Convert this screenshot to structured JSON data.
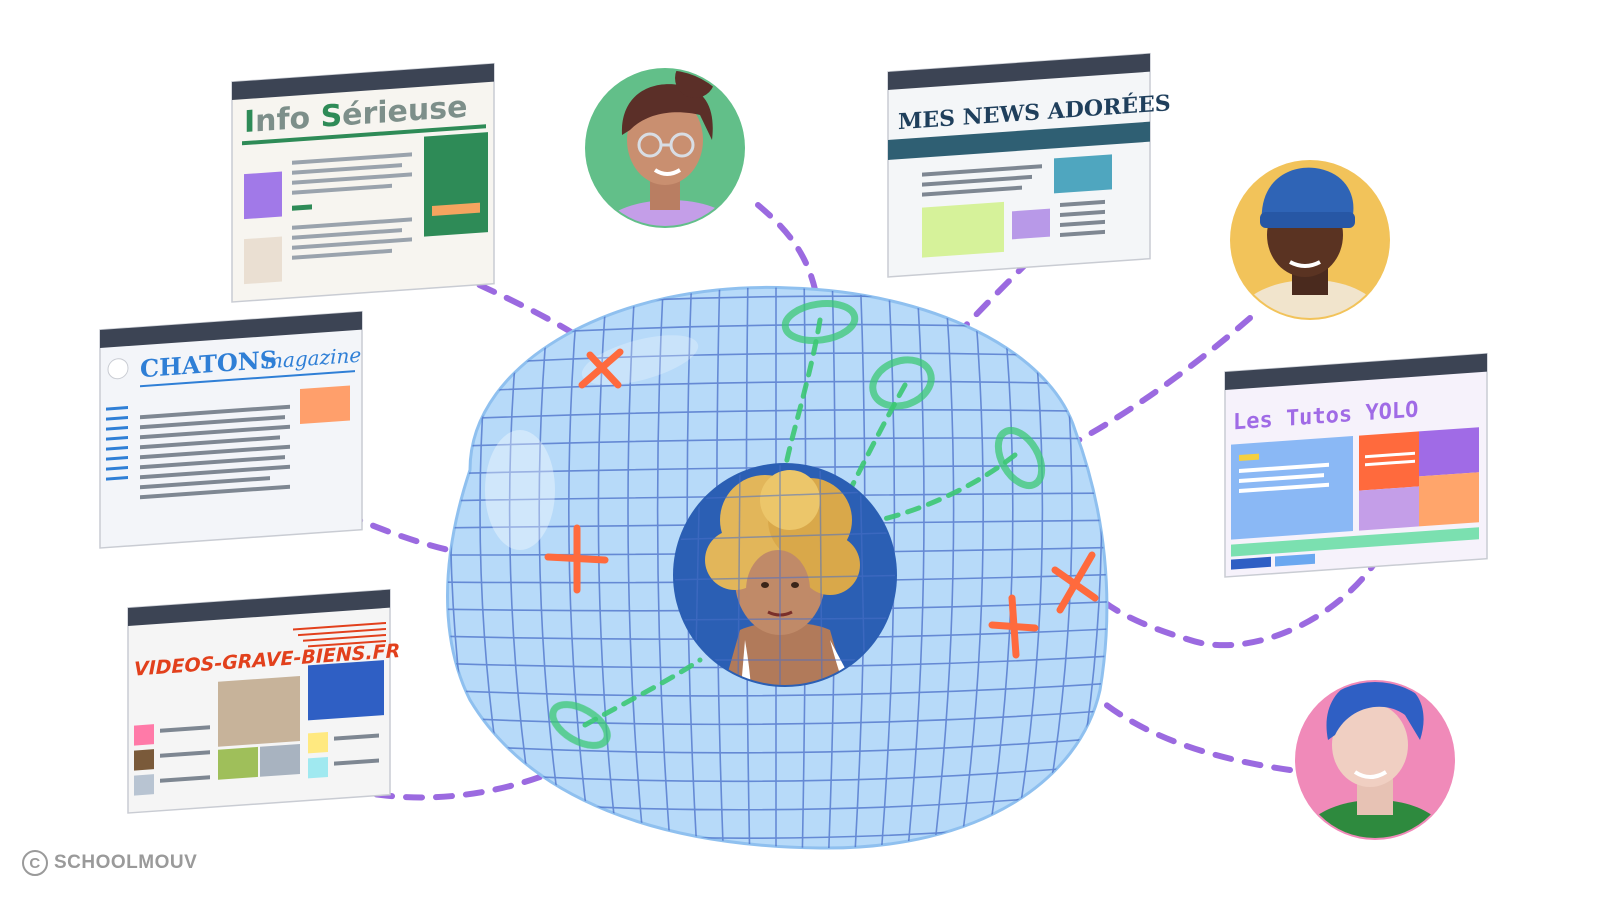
{
  "sites": {
    "info_serieuse": {
      "title_prefix": "I",
      "title_mid": "nfo ",
      "title_s": "S",
      "title_rest": "érieuse"
    },
    "chatons": {
      "title_main": "CHATONS",
      "title_sub": "magazine"
    },
    "videos": {
      "title": "VIDEOS-GRAVE-BIENS.FR"
    },
    "mes_news": {
      "title": "MES NEWS ADORÉES"
    },
    "tutos": {
      "title": "Les Tutos YOLO"
    }
  },
  "credit": {
    "symbol": "C",
    "label": "SCHOOLMOUV"
  },
  "colors": {
    "link_allowed": "#3cc874",
    "link_blocked": "#ff6a3d",
    "dashed_line": "#9b6ae0",
    "bubble": "#a9d1f7",
    "bubble_grid": "#4a6fc8",
    "green_brand": "#2e8b57",
    "blue_brand": "#2f7fd6",
    "red_brand": "#e2401c",
    "navy_brand": "#1f3f5c",
    "purple_brand": "#a06be6"
  },
  "icons": [
    "avatar-woman-glasses",
    "avatar-man-beanie",
    "avatar-man-blue-hair",
    "avatar-curly-woman",
    "allowed-ring-icon",
    "blocked-cross-icon",
    "copyright-icon"
  ]
}
